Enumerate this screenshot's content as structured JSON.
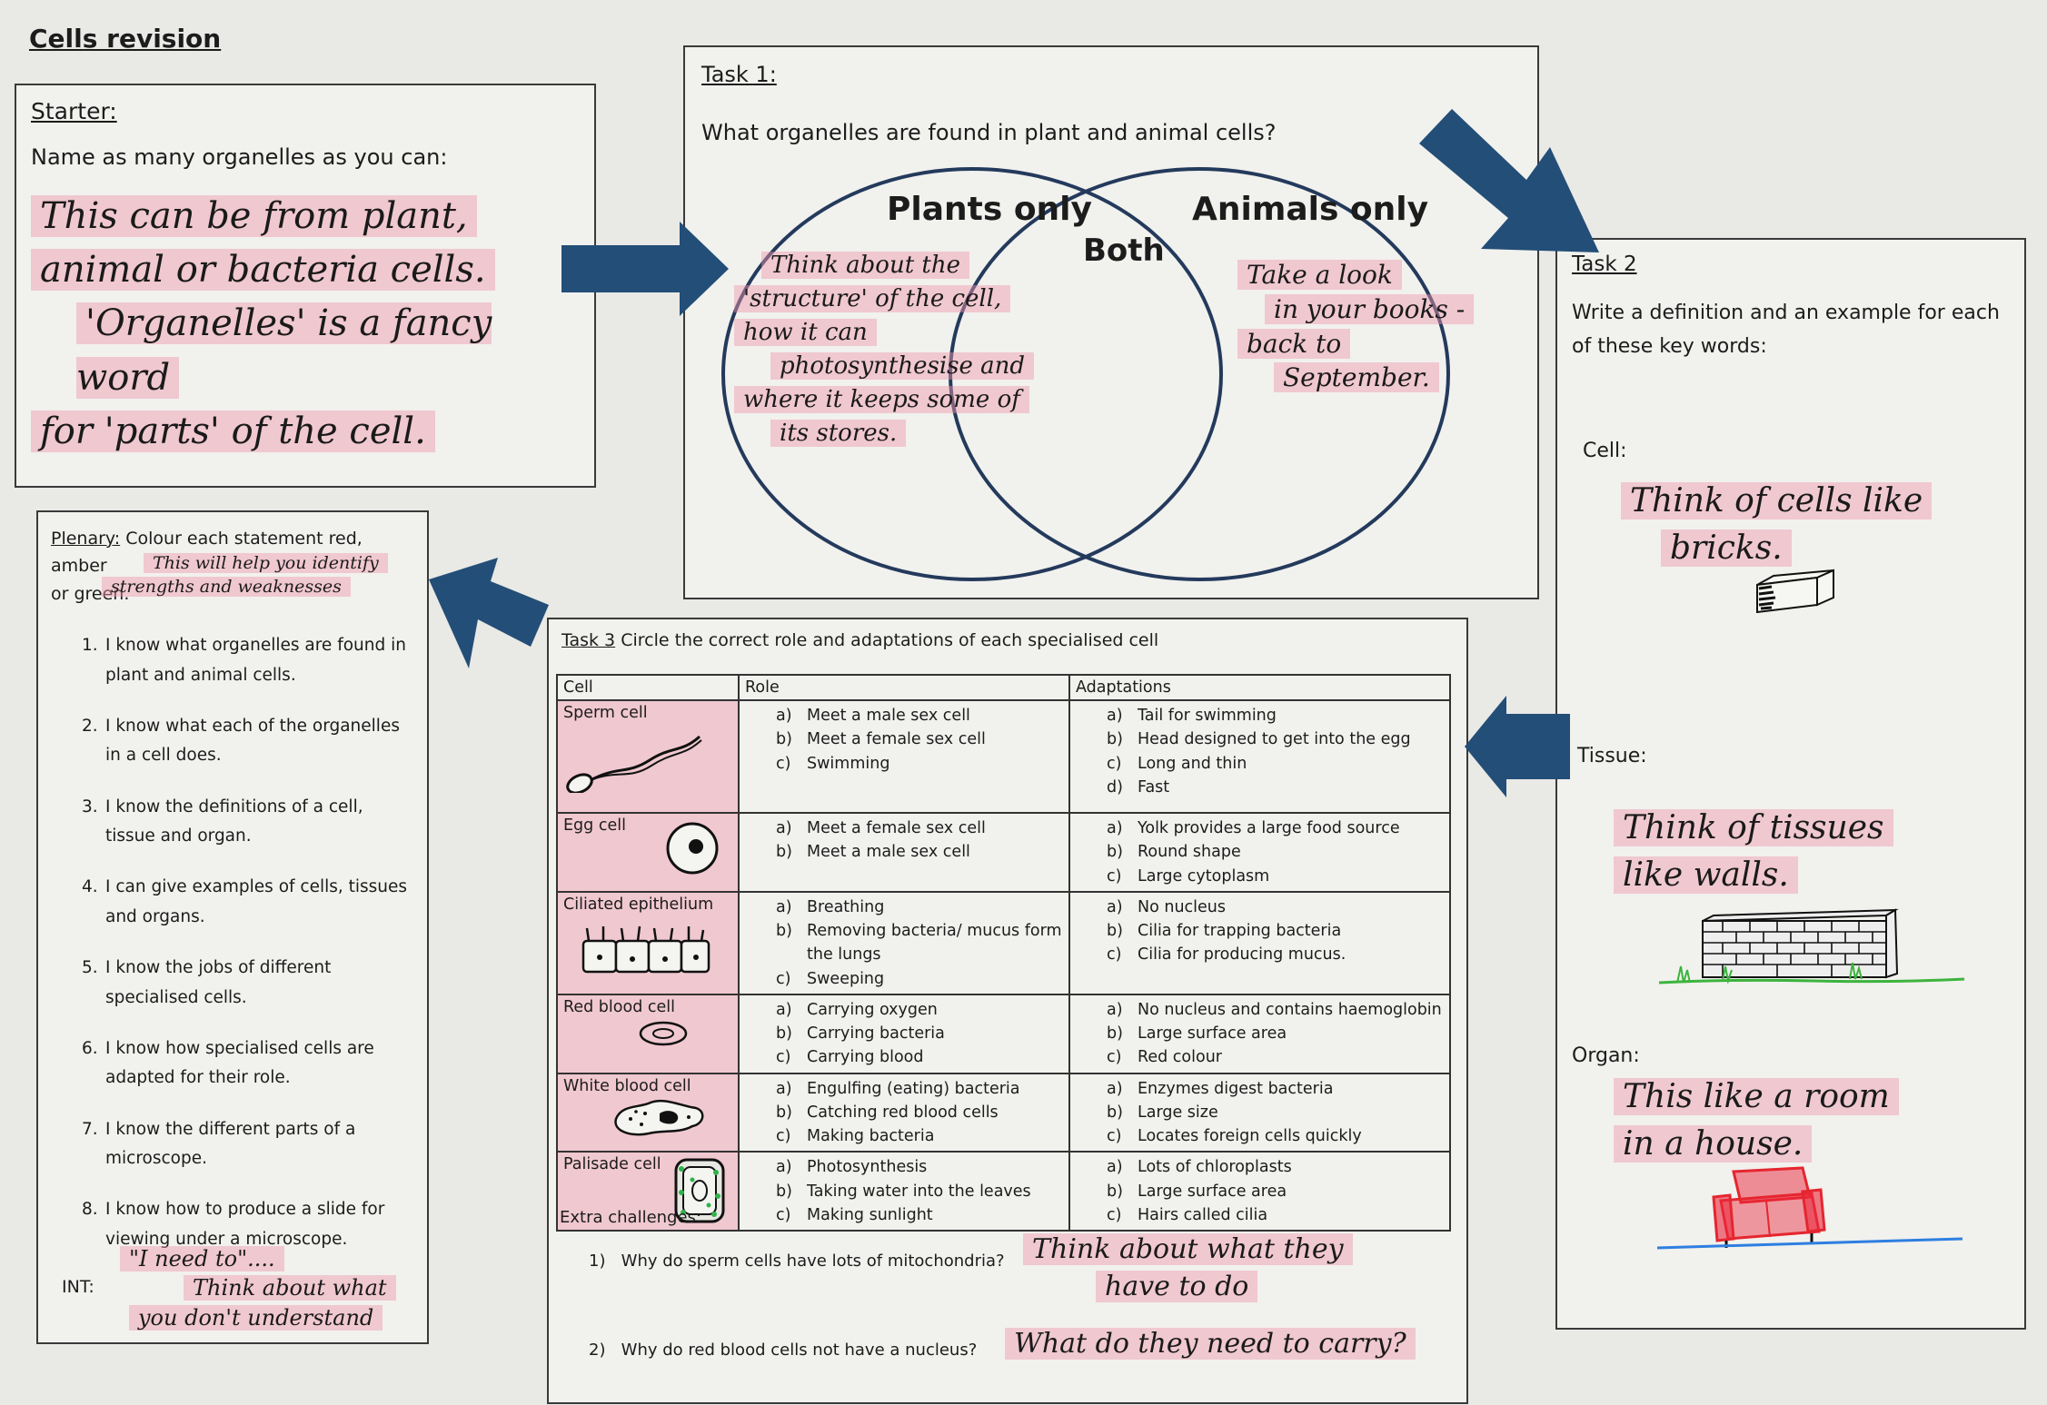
{
  "title": "Cells revision",
  "colors": {
    "arrow": "#234e77",
    "highlight": "#f096aa",
    "venn": "#243a5c"
  },
  "starter": {
    "heading": "Starter:",
    "prompt": "Name as many organelles as you can:",
    "hint_lines": [
      "This can be from plant,",
      "animal or bacteria cells.",
      "'Organelles' is a fancy word",
      "for 'parts' of the cell."
    ]
  },
  "task1": {
    "heading": "Task 1:",
    "question": "What organelles are found in plant and animal cells?",
    "venn": {
      "left_label": "Plants only",
      "middle_label": "Both",
      "right_label": "Animals only",
      "left_hint": [
        "Think about the",
        "'structure' of the cell,",
        "how it can",
        "photosynthesise and",
        "where it keeps some of",
        "its stores."
      ],
      "right_hint": [
        "Take a look",
        "in your books -",
        "back to",
        "September."
      ]
    }
  },
  "task2": {
    "heading": "Task 2",
    "instruction_lines": [
      "Write a definition and an example for each",
      "of these key words:"
    ],
    "cell_label": "Cell:",
    "cell_hint": [
      "Think of cells like",
      "bricks."
    ],
    "tissue_label": "Tissue:",
    "tissue_hint": [
      "Think of tissues",
      "like walls."
    ],
    "organ_label": "Organ:",
    "organ_hint": [
      "This like a room",
      "in a house."
    ],
    "icons": [
      "brick-icon",
      "wall-icon",
      "sofa-icon"
    ]
  },
  "task3": {
    "heading_prefix": "Task 3",
    "heading": "Circle the correct role and adaptations of each specialised cell",
    "columns": [
      "Cell",
      "Role",
      "Adaptations"
    ],
    "rows": [
      {
        "cell": "Sperm cell",
        "icon": "sperm-cell-icon",
        "roles": [
          [
            "a)",
            "Meet a male sex cell"
          ],
          [
            "b)",
            "Meet a female sex cell"
          ],
          [
            "c)",
            "Swimming"
          ]
        ],
        "adaptations": [
          [
            "a)",
            "Tail for swimming"
          ],
          [
            "b)",
            "Head designed to get into the egg"
          ],
          [
            "c)",
            "Long and thin"
          ],
          [
            "d)",
            "Fast"
          ]
        ]
      },
      {
        "cell": "Egg cell",
        "icon": "egg-cell-icon",
        "roles": [
          [
            "a)",
            "Meet a female sex cell"
          ],
          [
            "b)",
            "Meet a male sex cell"
          ]
        ],
        "adaptations": [
          [
            "a)",
            "Yolk provides a large food source"
          ],
          [
            "b)",
            "Round shape"
          ],
          [
            "c)",
            "Large cytoplasm"
          ]
        ]
      },
      {
        "cell": "Ciliated epithelium",
        "icon": "ciliated-cell-icon",
        "roles": [
          [
            "a)",
            "Breathing"
          ],
          [
            "b)",
            "Removing bacteria/ mucus form the lungs"
          ],
          [
            "c)",
            "Sweeping"
          ]
        ],
        "adaptations": [
          [
            "a)",
            "No nucleus"
          ],
          [
            "b)",
            "Cilia for trapping bacteria"
          ],
          [
            "c)",
            "Cilia for producing mucus."
          ]
        ]
      },
      {
        "cell": "Red blood cell",
        "icon": "red-blood-cell-icon",
        "roles": [
          [
            "a)",
            "Carrying oxygen"
          ],
          [
            "b)",
            "Carrying bacteria"
          ],
          [
            "c)",
            "Carrying blood"
          ]
        ],
        "adaptations": [
          [
            "a)",
            "No nucleus and contains haemoglobin"
          ],
          [
            "b)",
            "Large surface area"
          ],
          [
            "c)",
            "Red colour"
          ]
        ]
      },
      {
        "cell": "White blood cell",
        "icon": "white-blood-cell-icon",
        "roles": [
          [
            "a)",
            "Engulfing (eating) bacteria"
          ],
          [
            "b)",
            "Catching red blood cells"
          ],
          [
            "c)",
            "Making bacteria"
          ]
        ],
        "adaptations": [
          [
            "a)",
            "Enzymes digest bacteria"
          ],
          [
            "b)",
            "Large size"
          ],
          [
            "c)",
            "Locates foreign cells quickly"
          ]
        ]
      },
      {
        "cell": "Palisade cell",
        "icon": "palisade-cell-icon",
        "roles": [
          [
            "a)",
            "Photosynthesis"
          ],
          [
            "b)",
            "Taking water into the leaves"
          ],
          [
            "c)",
            "Making sunlight"
          ]
        ],
        "adaptations": [
          [
            "a)",
            "Lots of chloroplasts"
          ],
          [
            "b)",
            "Large surface area"
          ],
          [
            "c)",
            "Hairs called cilia"
          ]
        ]
      }
    ],
    "extra_heading": "Extra challenges:",
    "extras": [
      {
        "num": "1)",
        "question": "Why do sperm cells have lots of mitochondria?",
        "hint": [
          "Think about what they",
          "have to do"
        ]
      },
      {
        "num": "2)",
        "question": "Why do red blood cells not have a nucleus?",
        "hint": [
          "What do they need to carry?"
        ]
      }
    ]
  },
  "plenary": {
    "heading": "Plenary:",
    "instruction": "Colour each statement red, amber",
    "instruction2": "or green.",
    "hint_lines": [
      "This will help you identify",
      "strengths and weaknesses"
    ],
    "statements": [
      {
        "num": "1.",
        "text": "I know what organelles are found in plant and animal cells."
      },
      {
        "num": "2.",
        "text": "I know what each of the organelles in a cell does."
      },
      {
        "num": "3.",
        "text": "I know the definitions of a cell, tissue and organ."
      },
      {
        "num": "4.",
        "text": "I can give examples of cells, tissues and organs."
      },
      {
        "num": "5.",
        "text": "I know the jobs of different specialised cells."
      },
      {
        "num": "6.",
        "text": "I know how specialised cells are adapted for their role."
      },
      {
        "num": "7.",
        "text": "I know the different parts of a microscope."
      },
      {
        "num": "8.",
        "text": "I know how to produce a slide for viewing under a microscope."
      }
    ],
    "int_label": "INT:",
    "int_quote": "\"I need to\"....",
    "int_hint": [
      "Think about what",
      "you don't understand"
    ]
  }
}
